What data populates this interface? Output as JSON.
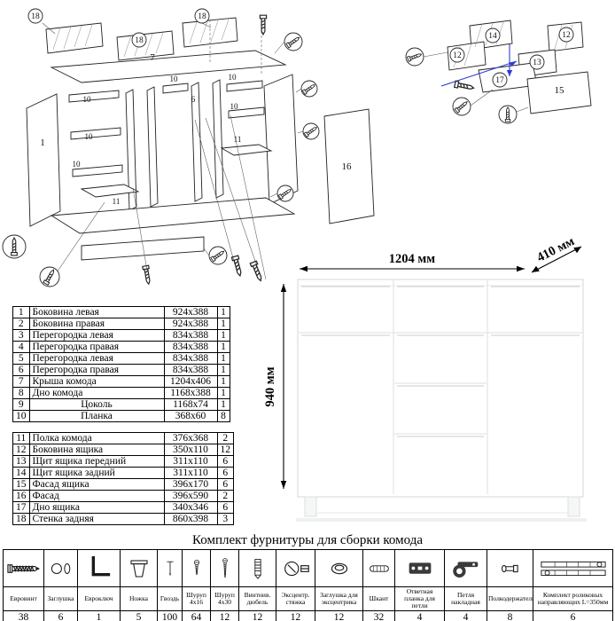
{
  "diagram": {
    "main_circled": [
      "18",
      "18",
      "18"
    ],
    "main_plain": [
      "7",
      "1",
      "16",
      "10",
      "10",
      "10",
      "10",
      "10",
      "10",
      "6",
      "11",
      "11"
    ],
    "drawer_circled": [
      "14",
      "12",
      "12",
      "13",
      "17"
    ],
    "drawer_plain": [
      "15"
    ]
  },
  "product": {
    "width_label": "1204 мм",
    "depth_label": "410 мм",
    "height_label": "940 мм"
  },
  "parts_table": {
    "rows": [
      [
        "1",
        "Боковина левая",
        "924x388",
        "1"
      ],
      [
        "2",
        "Боковина правая",
        "924x388",
        "1"
      ],
      [
        "3",
        "Перегородка левая",
        "834x388",
        "1"
      ],
      [
        "4",
        "Перегородка правая",
        "834x388",
        "1"
      ],
      [
        "5",
        "Перегородка левая",
        "834x388",
        "1"
      ],
      [
        "6",
        "Перегородка правая",
        "834x388",
        "1"
      ],
      [
        "7",
        "Крыша комода",
        "1204x406",
        "1"
      ],
      [
        "8",
        "Дно комода",
        "1168x388",
        "1"
      ],
      [
        "9",
        "Цоколь",
        "1168x74",
        "1"
      ],
      [
        "10",
        "Планка",
        "368x60",
        "8"
      ],
      [
        "11",
        "Полка комода",
        "376x368",
        "2"
      ],
      [
        "12",
        "Боковина ящика",
        "350x110",
        "12"
      ],
      [
        "13",
        "Щит ящика передний",
        "311x110",
        "6"
      ],
      [
        "14",
        "Щит ящика задний",
        "311x110",
        "6"
      ],
      [
        "15",
        "Фасад ящика",
        "396x170",
        "6"
      ],
      [
        "16",
        "Фасад",
        "396x590",
        "2"
      ],
      [
        "17",
        "Дно ящика",
        "340x346",
        "6"
      ],
      [
        "18",
        "Стенка задняя",
        "860x398",
        "3"
      ]
    ]
  },
  "hardware": {
    "title": "Комплект фурнитуры для сборки комода",
    "items": [
      {
        "name": "Евровинт",
        "qty": "38",
        "icon": "euro-screw-icon"
      },
      {
        "name": "Заглушка",
        "qty": "6",
        "icon": "cap-icon"
      },
      {
        "name": "Евроключ",
        "qty": "1",
        "icon": "hex-key-icon"
      },
      {
        "name": "Ножка",
        "qty": "5",
        "icon": "leg-icon"
      },
      {
        "name": "Гвоздь",
        "qty": "100",
        "icon": "nail-icon"
      },
      {
        "name": "Шуруп 4x16",
        "qty": "64",
        "icon": "screw-short-icon"
      },
      {
        "name": "Шуруп 4x30",
        "qty": "12",
        "icon": "screw-long-icon"
      },
      {
        "name": "Винтнив. дюбель",
        "qty": "12",
        "icon": "dowel-bolt-icon"
      },
      {
        "name": "Эксцентр. стяжка",
        "qty": "12",
        "icon": "cam-lock-icon"
      },
      {
        "name": "Заглушка для эксцентрика",
        "qty": "12",
        "icon": "cam-cap-icon"
      },
      {
        "name": "Шкант",
        "qty": "32",
        "icon": "wood-dowel-icon"
      },
      {
        "name": "Ответная планка для петли",
        "qty": "4",
        "icon": "hinge-plate-icon"
      },
      {
        "name": "Петля накладная",
        "qty": "4",
        "icon": "hinge-icon"
      },
      {
        "name": "Полкодержатель",
        "qty": "8",
        "icon": "shelf-pin-icon"
      },
      {
        "name": "Комплект роликовых направляющих L=350мм",
        "qty": "6",
        "icon": "drawer-slide-icon"
      }
    ]
  }
}
